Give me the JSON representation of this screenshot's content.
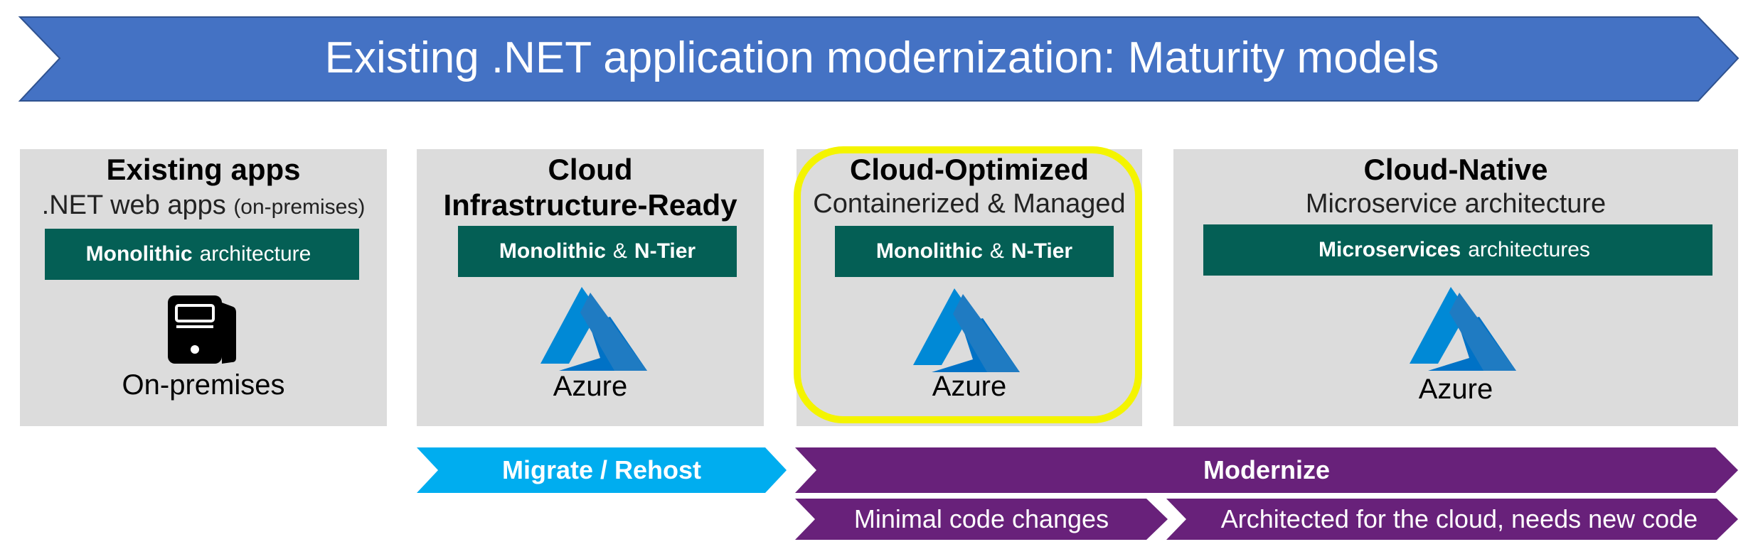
{
  "banner": {
    "title": "Existing .NET application modernization: Maturity models",
    "color": "#4472c4"
  },
  "models": [
    {
      "title": "Existing apps",
      "subtitle": ".NET web apps",
      "subtitle_note": "(on-premises)",
      "arch_bold": "Monolithic",
      "arch_rest": "architecture",
      "platform_icon": "server-icon",
      "platform": "On-premises"
    },
    {
      "title_line1": "Cloud",
      "title_line2": "Infrastructure-Ready",
      "arch_bold1": "Monolithic",
      "arch_mid": "&",
      "arch_bold2": "N-Tier",
      "platform_icon": "azure-logo-icon",
      "platform": "Azure"
    },
    {
      "title": "Cloud-Optimized",
      "subtitle": "Containerized & Managed",
      "arch_bold1": "Monolithic",
      "arch_mid": "&",
      "arch_bold2": "N-Tier",
      "platform_icon": "azure-logo-icon",
      "platform": "Azure"
    },
    {
      "title": "Cloud-Native",
      "subtitle": "Microservice architecture",
      "arch_bold": "Microservices",
      "arch_rest": "architectures",
      "platform_icon": "azure-logo-icon",
      "platform": "Azure"
    }
  ],
  "arrows": {
    "migrate": "Migrate / Rehost",
    "modernize": "Modernize",
    "minimal": "Minimal code changes",
    "architected": "Architected for the cloud, needs new code"
  },
  "colors": {
    "panel": "#dcdcdc",
    "arch_box": "#045f55",
    "migrate": "#00adef",
    "modernize": "#68217a",
    "azure": "#0089d6",
    "highlight": "#f4f400"
  }
}
